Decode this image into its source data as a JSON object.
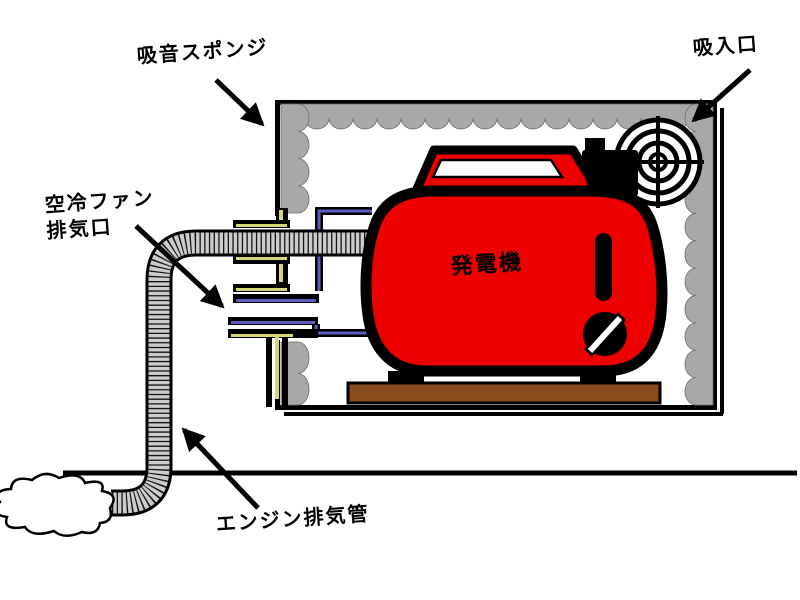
{
  "diagram": {
    "title_labels": {
      "sponge": "吸音スポンジ",
      "intake": "吸入口",
      "fan_exhaust_line1": "空冷ファン",
      "fan_exhaust_line2": "排気口",
      "generator": "発電機",
      "engine_exhaust_pipe": "エンジン排気管"
    },
    "colors": {
      "generator_red": "#ee0000",
      "base_brown": "#8a4b1e",
      "sponge_gray": "#a8a8a8",
      "duct_blue": "#5b5bc0",
      "duct_yellow": "#d6d676",
      "hose_gray": "#cccccc",
      "outline_black": "#000000"
    }
  }
}
